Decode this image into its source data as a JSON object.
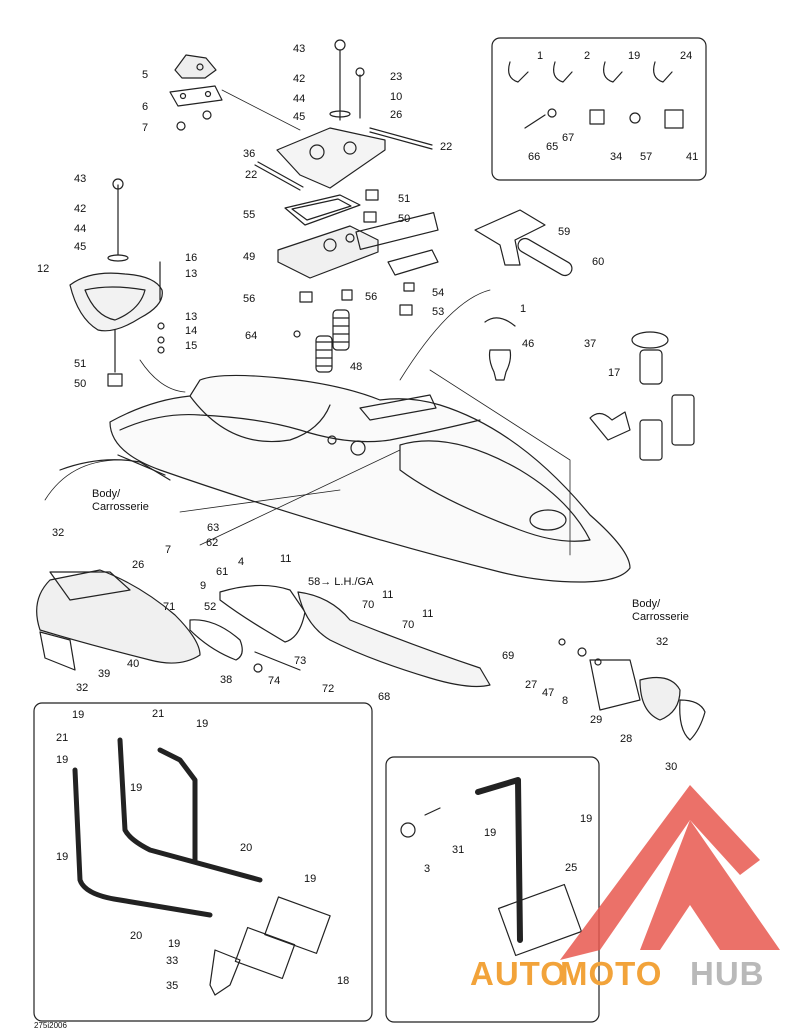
{
  "callouts": [
    {
      "id": "c43a",
      "text": "43"
    },
    {
      "id": "c42a",
      "text": "42"
    },
    {
      "id": "c44a",
      "text": "44"
    },
    {
      "id": "c45a",
      "text": "45"
    },
    {
      "id": "c23",
      "text": "23"
    },
    {
      "id": "c10",
      "text": "10"
    },
    {
      "id": "c26a",
      "text": "26"
    },
    {
      "id": "c5",
      "text": "5"
    },
    {
      "id": "c6",
      "text": "6"
    },
    {
      "id": "c7a",
      "text": "7"
    },
    {
      "id": "c36",
      "text": "36"
    },
    {
      "id": "c22a",
      "text": "22"
    },
    {
      "id": "c22b",
      "text": "22"
    },
    {
      "id": "c51a",
      "text": "51"
    },
    {
      "id": "c50a",
      "text": "50"
    },
    {
      "id": "c55",
      "text": "55"
    },
    {
      "id": "c49",
      "text": "49"
    },
    {
      "id": "c56a",
      "text": "56"
    },
    {
      "id": "c56b",
      "text": "56"
    },
    {
      "id": "c54",
      "text": "54"
    },
    {
      "id": "c53a",
      "text": "53"
    },
    {
      "id": "c64",
      "text": "64"
    },
    {
      "id": "c48",
      "text": "48"
    },
    {
      "id": "c43b",
      "text": "43"
    },
    {
      "id": "c42b",
      "text": "42"
    },
    {
      "id": "c44b",
      "text": "44"
    },
    {
      "id": "c45b",
      "text": "45"
    },
    {
      "id": "c12",
      "text": "12"
    },
    {
      "id": "c16",
      "text": "16"
    },
    {
      "id": "c13a",
      "text": "13"
    },
    {
      "id": "c13b",
      "text": "13"
    },
    {
      "id": "c14",
      "text": "14"
    },
    {
      "id": "c15",
      "text": "15"
    },
    {
      "id": "c51b",
      "text": "51"
    },
    {
      "id": "c50b",
      "text": "50"
    },
    {
      "id": "c1a",
      "text": "1"
    },
    {
      "id": "c2",
      "text": "2"
    },
    {
      "id": "c19a",
      "text": "19"
    },
    {
      "id": "c24",
      "text": "24"
    },
    {
      "id": "c67",
      "text": "67"
    },
    {
      "id": "c65",
      "text": "65"
    },
    {
      "id": "c66",
      "text": "66"
    },
    {
      "id": "c34",
      "text": "34"
    },
    {
      "id": "c57",
      "text": "57"
    },
    {
      "id": "c41",
      "text": "41"
    },
    {
      "id": "c59",
      "text": "59"
    },
    {
      "id": "c60",
      "text": "60"
    },
    {
      "id": "c1b",
      "text": "1"
    },
    {
      "id": "c46",
      "text": "46"
    },
    {
      "id": "c37",
      "text": "37"
    },
    {
      "id": "c17",
      "text": "17"
    },
    {
      "id": "c32a",
      "text": "32"
    },
    {
      "id": "c26b",
      "text": "26"
    },
    {
      "id": "c7b",
      "text": "7"
    },
    {
      "id": "c63",
      "text": "63"
    },
    {
      "id": "c62",
      "text": "62"
    },
    {
      "id": "c4",
      "text": "4"
    },
    {
      "id": "c11a",
      "text": "11"
    },
    {
      "id": "c61",
      "text": "61"
    },
    {
      "id": "c9",
      "text": "9"
    },
    {
      "id": "c58",
      "text": "58→ L.H./GA"
    },
    {
      "id": "c11b",
      "text": "11"
    },
    {
      "id": "c70a",
      "text": "70"
    },
    {
      "id": "c11c",
      "text": "11"
    },
    {
      "id": "c70b",
      "text": "70"
    },
    {
      "id": "c71",
      "text": "71"
    },
    {
      "id": "c52",
      "text": "52"
    },
    {
      "id": "c73",
      "text": "73"
    },
    {
      "id": "c74",
      "text": "74"
    },
    {
      "id": "c72",
      "text": "72"
    },
    {
      "id": "c38",
      "text": "38"
    },
    {
      "id": "c40",
      "text": "40"
    },
    {
      "id": "c39",
      "text": "39"
    },
    {
      "id": "c32b",
      "text": "32"
    },
    {
      "id": "c69",
      "text": "69"
    },
    {
      "id": "c68",
      "text": "68"
    },
    {
      "id": "c32c",
      "text": "32"
    },
    {
      "id": "c27",
      "text": "27"
    },
    {
      "id": "c47",
      "text": "47"
    },
    {
      "id": "c8",
      "text": "8"
    },
    {
      "id": "c29",
      "text": "29"
    },
    {
      "id": "c28",
      "text": "28"
    },
    {
      "id": "c30",
      "text": "30"
    },
    {
      "id": "i19a",
      "text": "19"
    },
    {
      "id": "i21a",
      "text": "21"
    },
    {
      "id": "i21b",
      "text": "21"
    },
    {
      "id": "i19b",
      "text": "19"
    },
    {
      "id": "i19c",
      "text": "19"
    },
    {
      "id": "i19d",
      "text": "19"
    },
    {
      "id": "i19e",
      "text": "19"
    },
    {
      "id": "i20a",
      "text": "20"
    },
    {
      "id": "i19f",
      "text": "19"
    },
    {
      "id": "i20b",
      "text": "20"
    },
    {
      "id": "i19g",
      "text": "19"
    },
    {
      "id": "i33",
      "text": "33"
    },
    {
      "id": "i35",
      "text": "35"
    },
    {
      "id": "i18",
      "text": "18"
    },
    {
      "id": "j19a",
      "text": "19"
    },
    {
      "id": "j19b",
      "text": "19"
    },
    {
      "id": "j31",
      "text": "31"
    },
    {
      "id": "j3",
      "text": "3"
    },
    {
      "id": "j25",
      "text": "25"
    }
  ],
  "notes": {
    "body_left_1": "Body/",
    "body_left_2": "Carrosserie",
    "body_right_1": "Body/",
    "body_right_2": "Carrosserie"
  },
  "figure_code": "275i2006",
  "watermark": {
    "part1": "AUTO",
    "part2": "MOTO",
    "part3": "HUB"
  },
  "colors": {
    "line": "#222222",
    "watermark_red": "#e8584f",
    "watermark_orange": "#f2a33a",
    "watermark_grey": "#b9b9b9"
  }
}
